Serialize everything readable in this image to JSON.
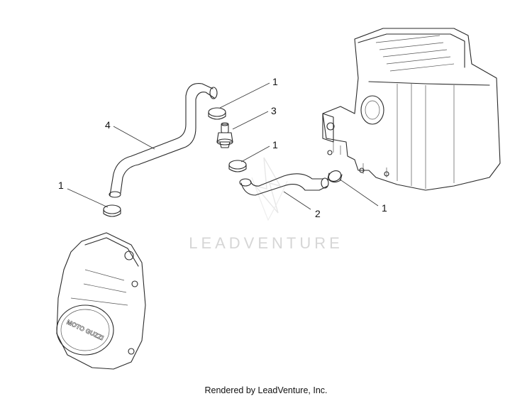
{
  "diagram": {
    "callouts": [
      {
        "id": "c1-top",
        "label": "1"
      },
      {
        "id": "c3",
        "label": "3"
      },
      {
        "id": "c1-mid",
        "label": "1"
      },
      {
        "id": "c4",
        "label": "4"
      },
      {
        "id": "c1-left",
        "label": "1"
      },
      {
        "id": "c2",
        "label": "2"
      },
      {
        "id": "c1-right",
        "label": "1"
      }
    ],
    "watermark": "LEADVENTURE",
    "engine_cover_brand": "MOTO GUZZI"
  },
  "footer": {
    "credit": "Rendered by LeadVenture, Inc."
  }
}
